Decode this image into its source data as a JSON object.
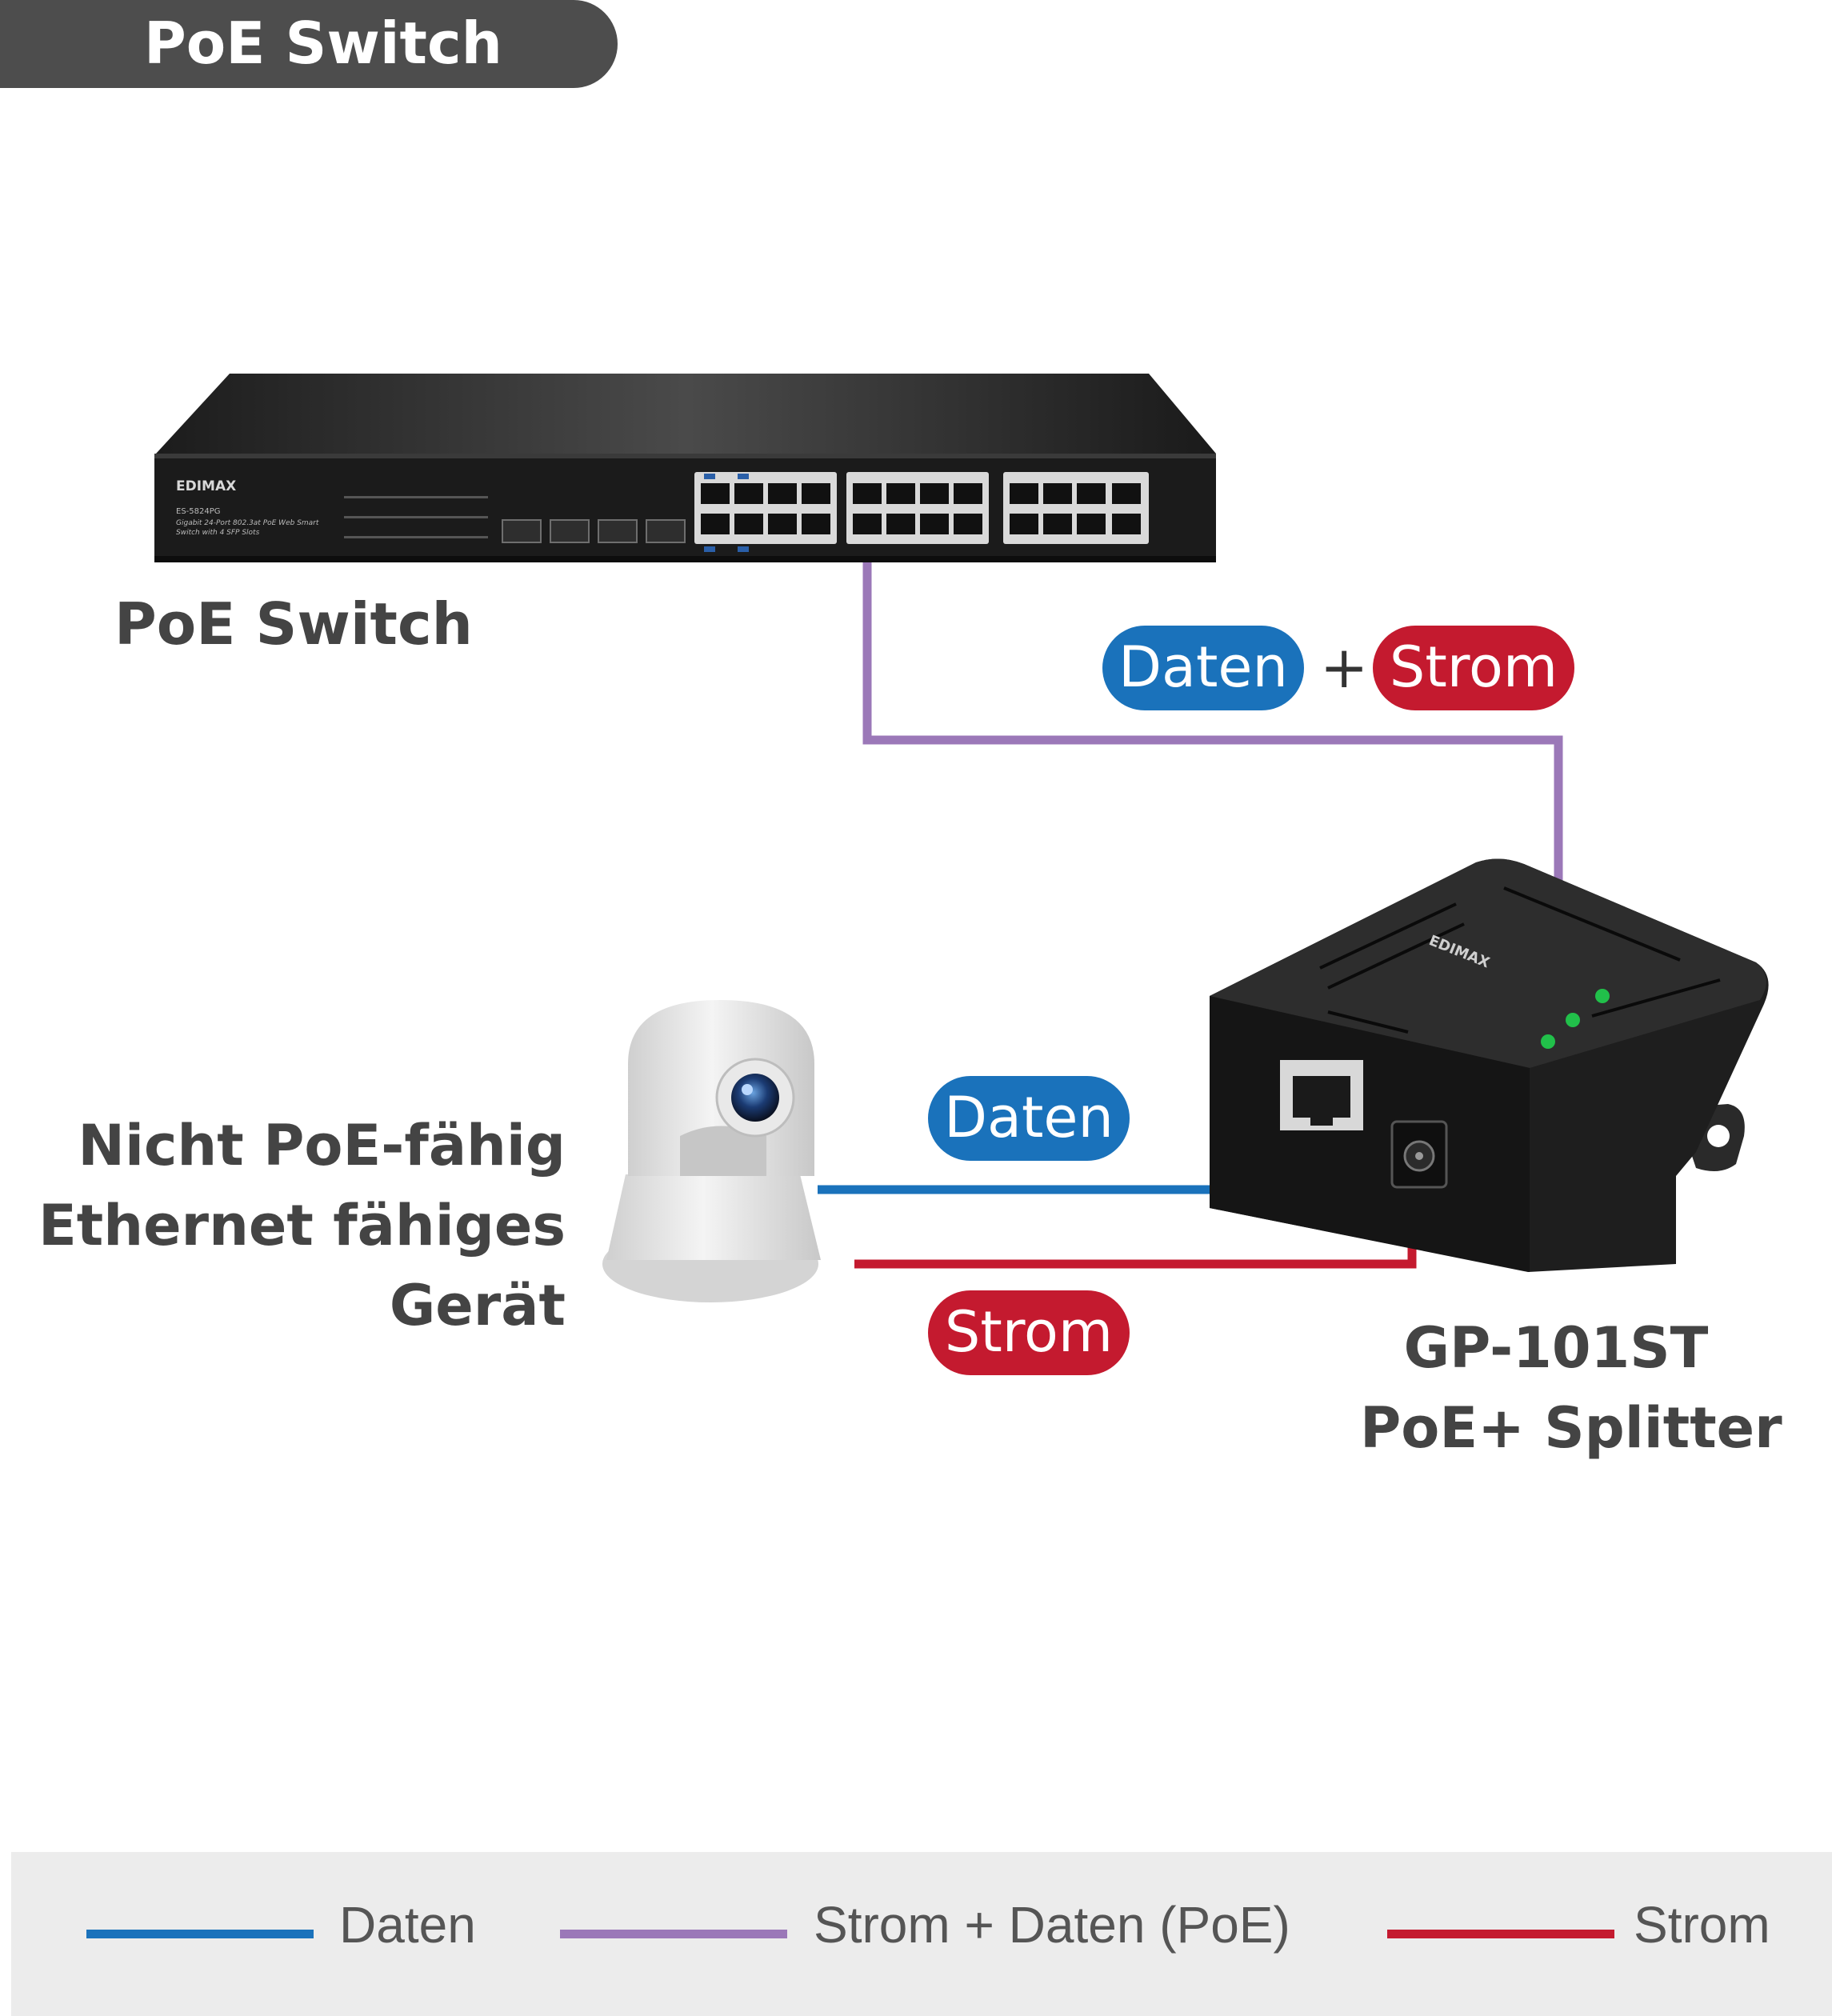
{
  "header": {
    "title": "PoE Switch"
  },
  "switch": {
    "label": "PoE Switch",
    "brand": "EDIMAX",
    "model": "ES-5824PG",
    "description_line1": "Gigabit 24-Port 802.3at PoE Web Smart",
    "description_line2": "Switch with 4 SFP Slots"
  },
  "connection_top": {
    "daten": "Daten",
    "plus": "+",
    "strom": "Strom"
  },
  "connection_mid": {
    "daten": "Daten",
    "strom": "Strom"
  },
  "device": {
    "line1": "Nicht PoE-fähig",
    "line2": "Ethernet fähiges",
    "line3": "Gerät"
  },
  "splitter": {
    "line1": "GP-101ST",
    "line2": "PoE+ Splitter",
    "brand": "EDIMAX"
  },
  "legend": {
    "items": [
      {
        "label": "Daten",
        "color": "#1a72bb"
      },
      {
        "label": "Strom + Daten (PoE)",
        "color": "#9b78b8"
      },
      {
        "label": "Strom",
        "color": "#c41a2f"
      }
    ]
  },
  "colors": {
    "data": "#1a72bb",
    "poe": "#9b78b8",
    "power": "#c41a2f",
    "pill": "#4d4d4d"
  }
}
